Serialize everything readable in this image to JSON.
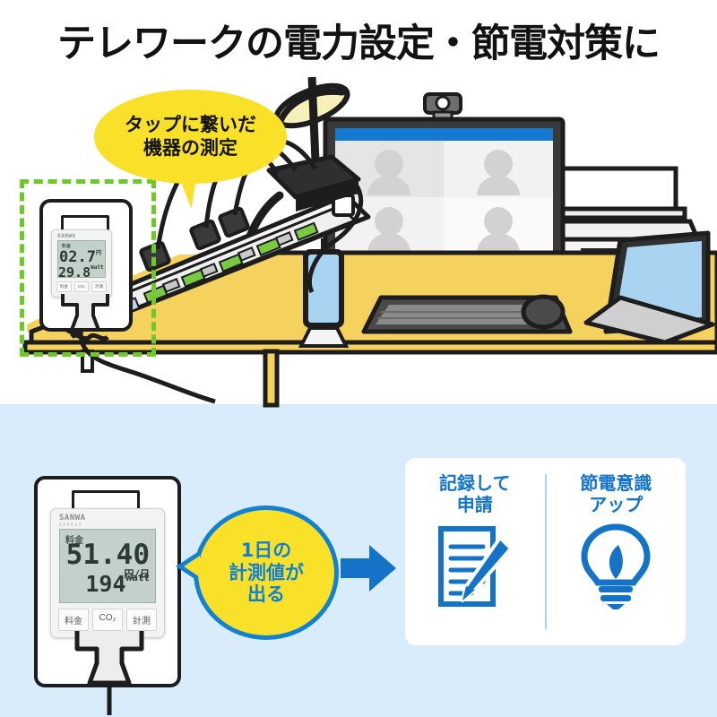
{
  "page": {
    "headline": "テレワークの電力設定・節電対策に",
    "background_top": "#ffffff",
    "background_bottom": "#d9ecfb",
    "accent_blue": "#1280d3",
    "accent_yellow": "#f9e029",
    "accent_green": "#6ec82a",
    "desk_yellow": "#f5d15e"
  },
  "callout_top": {
    "line1": "タップに繋いだ",
    "line2": "機器の測定",
    "bubble_color": "#f9e029",
    "text_color": "#151515"
  },
  "callout_bottom": {
    "line1": "1日の",
    "line2": "計測値が",
    "line3": "出る",
    "bubble_color": "#f9e029",
    "outline_color": "#1280d3",
    "text_color": "#1280d3"
  },
  "meter_small": {
    "brand": "SANWA",
    "lcd_tag": "料金",
    "value_primary": "02.7",
    "unit_primary": "円",
    "value_secondary": "29.8",
    "unit_secondary": "Watt",
    "buttons": [
      "料金",
      "CO₂",
      "計測"
    ]
  },
  "meter_big": {
    "brand": "SANWA",
    "brand_sub": "SUPPLY",
    "lcd_tag": "料金",
    "value_primary": "51.40",
    "unit_primary": "円/日",
    "value_secondary": "194",
    "unit_secondary": "Watt",
    "buttons": [
      "料金",
      "CO₂",
      "計測"
    ]
  },
  "arrow": {
    "direction": "right",
    "color": "#1473c6"
  },
  "benefit_card": {
    "left": {
      "title_line1": "記録して",
      "title_line2": "申請",
      "icon": "document-pen-icon"
    },
    "right": {
      "title_line1": "節電意識",
      "title_line2": "アップ",
      "icon": "lightbulb-leaf-icon"
    },
    "divider_color": "#a9d3f2",
    "text_color": "#1473c6"
  },
  "scene": {
    "items": [
      "desk-lamp",
      "monitor",
      "webcam",
      "video-call-window",
      "keyboard",
      "mouse",
      "printer",
      "laptop",
      "smartphone-on-stand",
      "power-strip",
      "ac-adapters",
      "wall-outlet"
    ],
    "video_call": {
      "titlebar_color": "#1479d0",
      "participants": 4
    }
  }
}
